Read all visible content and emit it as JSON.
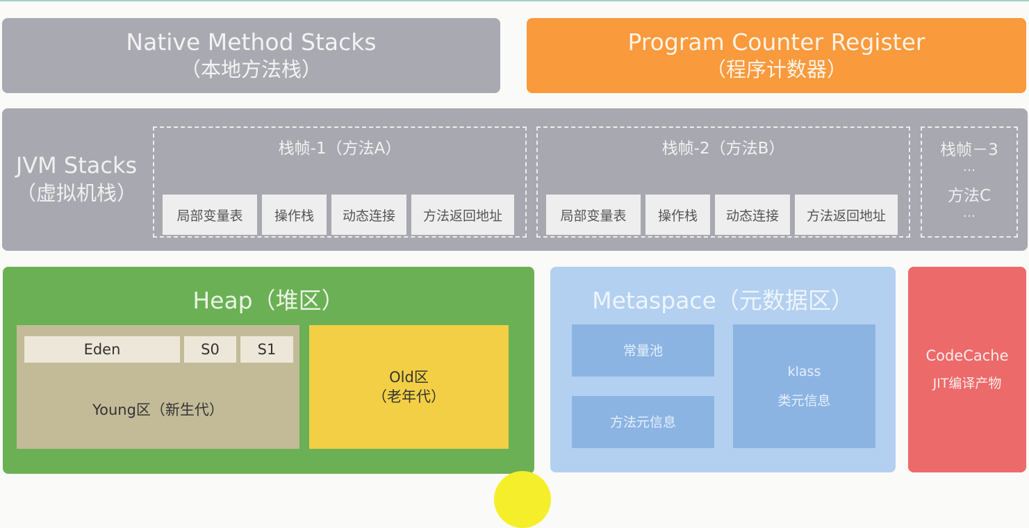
{
  "native": {
    "name": "Native Method Stacks",
    "cn": "（本地方法栈）"
  },
  "pc": {
    "name": "Program Counter Register",
    "cn": "（程序计数器）"
  },
  "jvm": {
    "name": "JVM Stacks",
    "cn": "（虚拟机栈）",
    "frames": [
      {
        "title": "栈帧-1（方法A）",
        "cells": [
          "局部变量表",
          "操作栈",
          "动态连接",
          "方法返回地址"
        ]
      },
      {
        "title": "栈帧-2（方法B）",
        "cells": [
          "局部变量表",
          "操作栈",
          "动态连接",
          "方法返回地址"
        ]
      }
    ],
    "frame3": {
      "title": "栈帧－3",
      "dots1": "…",
      "method": "方法C",
      "dots2": "…"
    }
  },
  "heap": {
    "title": "Heap（堆区）",
    "eden": "Eden",
    "s0": "S0",
    "s1": "S1",
    "young": "Young区（新生代）",
    "old_line1": "Old区",
    "old_line2": "（老年代）"
  },
  "meta": {
    "title": "Metaspace（元数据区）",
    "const_pool": "常量池",
    "method_meta": "方法元信息",
    "klass": "klass",
    "klass_desc": "类元信息"
  },
  "codecache": {
    "name": "CodeCache",
    "desc": "JIT编译产物"
  },
  "colors": {
    "native": "#a9a9b1",
    "pc": "#f99a3d",
    "jvm": "#a8a8b0",
    "heap": "#6bb055",
    "young": "#c3bb98",
    "old": "#f2cf45",
    "metaspace": "#b3d0f0",
    "codecache": "#ed6a6a"
  }
}
